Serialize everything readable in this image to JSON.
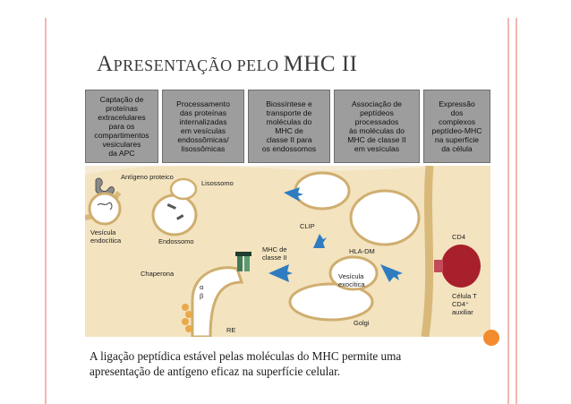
{
  "slide": {
    "title_first": "A",
    "title_rest": "presentação pelo ",
    "title_end": "MHC II",
    "caption_line1": "A ligação peptídica estável pelas moléculas do MHC permite uma",
    "caption_line2": "apresentação de antígeno eficaz na superfície celular."
  },
  "colors": {
    "border_pink": "#f2b8b0",
    "accent_orange": "#f28b2d",
    "header_gray": "#9d9d9d",
    "cell_bg": "#f6ecd6",
    "membrane": "#ead3a3",
    "arrow_blue": "#2f7dc0",
    "mhc_green": "#3f7a5a"
  },
  "diagram": {
    "headers": [
      [
        "Captação de",
        "proteínas",
        "extracelulares",
        "para os",
        "compartimentos",
        "vesiculares",
        "da APC"
      ],
      [
        "Processamento",
        "das proteínas",
        "internalizadas",
        "em vesículas",
        "endossômicas/",
        "lisossômicas"
      ],
      [
        "Biossíntese e",
        "transporte de",
        "moléculas do",
        "MHC de",
        "classe II para",
        "os endossomos"
      ],
      [
        "Associação de",
        "peptídeos",
        "processados",
        "às moléculas do",
        "MHC de classe II",
        "em vesículas"
      ],
      [
        "Expressão",
        "dos",
        "complexos",
        "peptídeo-MHC",
        "na superfície",
        "da célula"
      ]
    ],
    "labels": {
      "antigen": "Antígeno proteico",
      "vesicle": "Vesícula",
      "vesicle2": "endocítica",
      "lysosome": "Lisossomo",
      "endosome": "Endossomo",
      "clip": "CLIP",
      "mhc": "MHC de",
      "mhc2": "classe II",
      "hla": "HLA-DM",
      "exo": "Vesícula",
      "exo2": "exocítica",
      "chaperone": "Chaperona",
      "alpha": "α",
      "beta": "β",
      "re": "RE",
      "golgi": "Golgi",
      "cd4": "CD4",
      "tcell": "Célula T",
      "tcell2": "CD4⁺",
      "tcell3": "auxiliar"
    }
  }
}
